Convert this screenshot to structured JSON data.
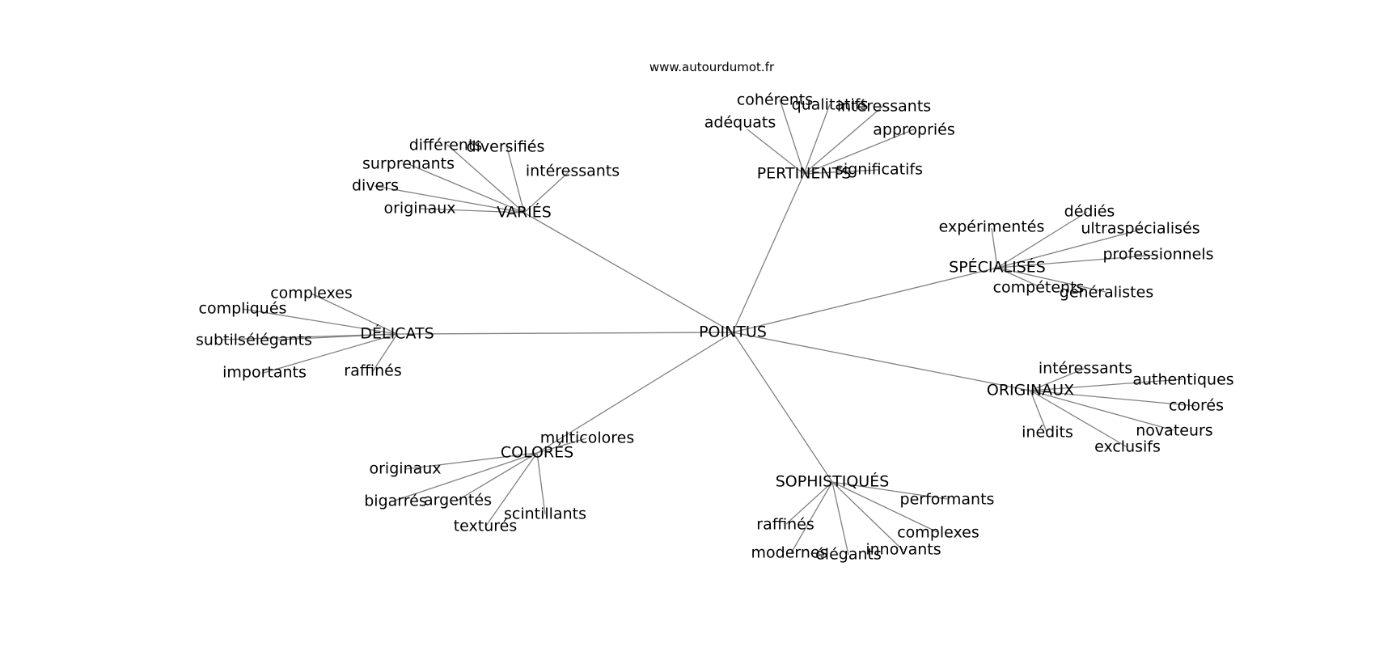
{
  "site_label": "www.autourdumot.fr",
  "center": {
    "label": "POINTUS"
  },
  "clusters": [
    {
      "id": "pertinents",
      "label": "PERTINENTS",
      "leaves": [
        "adéquats",
        "cohérents",
        "qualitatifs",
        "intéressants",
        "appropriés",
        "significatifs"
      ]
    },
    {
      "id": "varies",
      "label": "VARIÉS",
      "leaves": [
        "différents",
        "diversifiés",
        "surprenants",
        "intéressants",
        "divers",
        "originaux"
      ]
    },
    {
      "id": "specialises",
      "label": "SPÉCIALISÉS",
      "leaves": [
        "expérimentés",
        "dédiés",
        "ultraspécialisés",
        "professionnels",
        "compétents",
        "généralistes"
      ]
    },
    {
      "id": "delicats",
      "label": "DÉLICATS",
      "leaves": [
        "complexes",
        "compliqués",
        "subtils",
        "élégants",
        "importants",
        "raffinés"
      ]
    },
    {
      "id": "originaux",
      "label": "ORIGINAUX",
      "leaves": [
        "intéressants",
        "authentiques",
        "colorés",
        "novateurs",
        "exclusifs",
        "inédits"
      ]
    },
    {
      "id": "colores",
      "label": "COLORÉS",
      "leaves": [
        "multicolores",
        "originaux",
        "bigarrés",
        "argentés",
        "texturés",
        "scintillants"
      ]
    },
    {
      "id": "sophistiques",
      "label": "SOPHISTIQUÉS",
      "leaves": [
        "performants",
        "raffinés",
        "modernes",
        "élégants",
        "innovants",
        "complexes"
      ]
    }
  ],
  "colors": {
    "edge": "#808080",
    "text": "#000000",
    "background": "#ffffff"
  }
}
